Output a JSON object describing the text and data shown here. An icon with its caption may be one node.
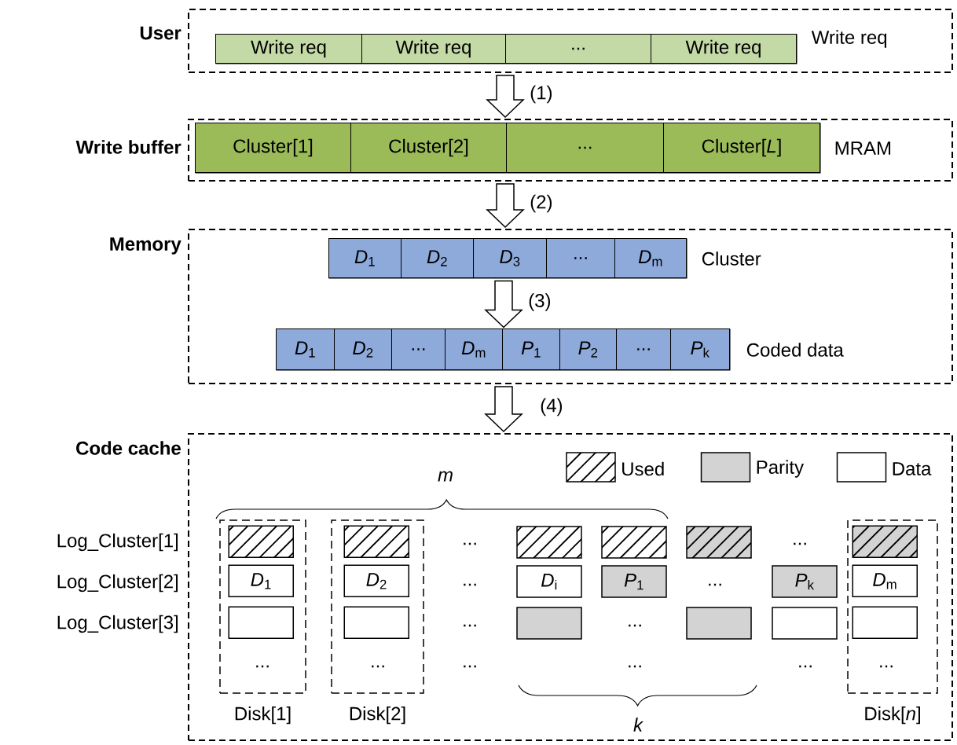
{
  "diagram": {
    "nodes": [
      {
        "text": [
          "User"
        ]
      },
      {
        "text": [],
        "shape": "bar",
        "in": 0,
        "beside": [
          "Write req"
        ]
      },
      {
        "text": [
          "Write req"
        ],
        "in": 1
      },
      {
        "text": [
          "Write req"
        ],
        "in": 1
      },
      {
        "text": [
          "..."
        ],
        "in": 1
      },
      {
        "text": [
          "Write req"
        ],
        "in": 1
      },
      {
        "text": [
          "Write buffer"
        ]
      },
      {
        "text": [],
        "shape": "bar",
        "in": 6,
        "beside": [
          "MRAM"
        ]
      },
      {
        "text": [
          "Cluster[1]"
        ],
        "in": 7
      },
      {
        "text": [
          "Cluster[2]"
        ],
        "in": 7
      },
      {
        "text": [
          "..."
        ],
        "in": 7
      },
      {
        "text": [
          "Cluster[*L*]"
        ],
        "in": 7
      },
      {
        "text": [
          "Memory"
        ]
      },
      {
        "text": [],
        "shape": "bar",
        "in": 12,
        "beside": [
          "Cluster"
        ]
      },
      {
        "text": [
          "*D*$_{1}$"
        ],
        "in": 13
      },
      {
        "text": [
          "*D*$_{2}$"
        ],
        "in": 13
      },
      {
        "text": [
          "*D*$_{3}$"
        ],
        "in": 13
      },
      {
        "text": [
          "..."
        ],
        "in": 13
      },
      {
        "text": [
          "*D*$_{m}$"
        ],
        "in": 13
      },
      {
        "text": [],
        "shape": "bar",
        "in": 12,
        "beside": [
          "Coded data"
        ]
      },
      {
        "text": [
          "*D*$_{1}$"
        ],
        "in": 19
      },
      {
        "text": [
          "*D*$_{2}$"
        ],
        "in": 19
      },
      {
        "text": [
          "..."
        ],
        "in": 19
      },
      {
        "text": [
          "*D*$_{m}$"
        ],
        "in": 19
      },
      {
        "text": [
          "*P*$_{1}$"
        ],
        "in": 19
      },
      {
        "text": [
          "*P*$_{2}$"
        ],
        "in": 19
      },
      {
        "text": [
          "..."
        ],
        "in": 19
      },
      {
        "text": [
          "*P*$_{k}$"
        ],
        "in": 19
      },
      {
        "text": [
          "Code cache"
        ]
      },
      {
        "text": [
          "Disk[1]"
        ],
        "in": 28
      },
      {
        "text": [],
        "shape": "box",
        "in": 29
      },
      {
        "text": [
          "*D*$_{1}$"
        ],
        "in": 29
      },
      {
        "text": [],
        "shape": "box",
        "in": 29
      },
      {
        "text": [
          "Disk[2]"
        ],
        "in": 28
      },
      {
        "text": [],
        "shape": "box",
        "in": 33
      },
      {
        "text": [
          "*D*$_{2}$"
        ],
        "in": 33
      },
      {
        "text": [],
        "shape": "box",
        "in": 33
      },
      {
        "text": [],
        "shape": "box",
        "in": 28
      },
      {
        "text": [
          "*D*$_{i}$"
        ],
        "in": 28
      },
      {
        "text": [],
        "shape": "box",
        "in": 28
      },
      {
        "text": [],
        "shape": "box",
        "in": 28
      },
      {
        "text": [
          "*P*$_{1}$"
        ],
        "in": 28
      },
      {
        "text": [],
        "shape": "box",
        "in": 28
      },
      {
        "text": [],
        "shape": "box",
        "in": 28
      },
      {
        "text": [
          "*P*$_{k}$"
        ],
        "in": 28
      },
      {
        "text": [],
        "shape": "box",
        "in": 28
      },
      {
        "text": [
          "Disk[*n*]"
        ],
        "in": 28
      },
      {
        "text": [],
        "shape": "box",
        "in": 46
      },
      {
        "text": [
          "*D*$_{m}$"
        ],
        "in": 46
      },
      {
        "text": [],
        "shape": "box",
        "in": 46
      }
    ],
    "edges": [
      {
        "from": 0,
        "to": 6,
        "arrow": "to",
        "label": "(1)"
      },
      {
        "from": 6,
        "to": 12,
        "arrow": "to",
        "label": "(2)"
      },
      {
        "from": 13,
        "to": 19,
        "arrow": "to",
        "label": "(3)"
      },
      {
        "from": 12,
        "to": 28,
        "arrow": "to",
        "label": "(4)"
      }
    ],
    "labels": [
      "m",
      "Log_Cluster[1]",
      "...",
      "...",
      "Log_Cluster[2]",
      "...",
      "...",
      "Log_Cluster[3]",
      "...",
      "...",
      "...",
      "...",
      "...",
      "...",
      "...",
      "...",
      "k"
    ],
    "legend": [
      {
        "text": "Used"
      },
      {
        "text": "Parity",
        "color": "#d3d3d3"
      },
      {
        "text": "Data"
      }
    ]
  }
}
